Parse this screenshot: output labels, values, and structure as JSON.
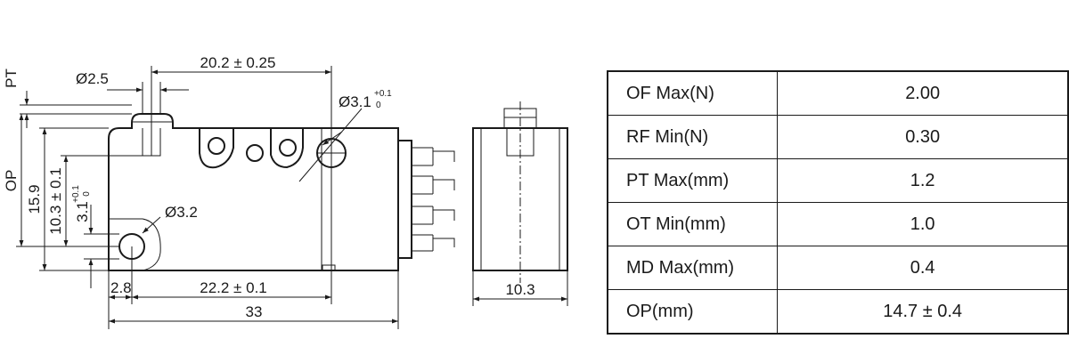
{
  "drawing": {
    "labels": {
      "pt": "PT",
      "op": "OP",
      "dia_2_5": "Ø2.5",
      "dim_20_2": "20.2 ± 0.25",
      "dia_3_1": "Ø3.1",
      "tol_plus": "+0.1",
      "tol_zero": "0",
      "dim_15_9": "15.9",
      "dim_10_3_tol": "10.3 ± 0.1",
      "dim_3_1": "3.1",
      "dia_3_2": "Ø3.2",
      "dim_2_8": "2.8",
      "dim_22_2": "22.2 ± 0.1",
      "dim_33": "33",
      "dim_10_3": "10.3"
    }
  },
  "specs": [
    {
      "param": "OF Max(N)",
      "value": "2.00"
    },
    {
      "param": "RF Min(N)",
      "value": "0.30"
    },
    {
      "param": "PT Max(mm)",
      "value": "1.2"
    },
    {
      "param": "OT Min(mm)",
      "value": "1.0"
    },
    {
      "param": "MD Max(mm)",
      "value": "0.4"
    },
    {
      "param": "OP(mm)",
      "value": "14.7 ± 0.4"
    }
  ]
}
